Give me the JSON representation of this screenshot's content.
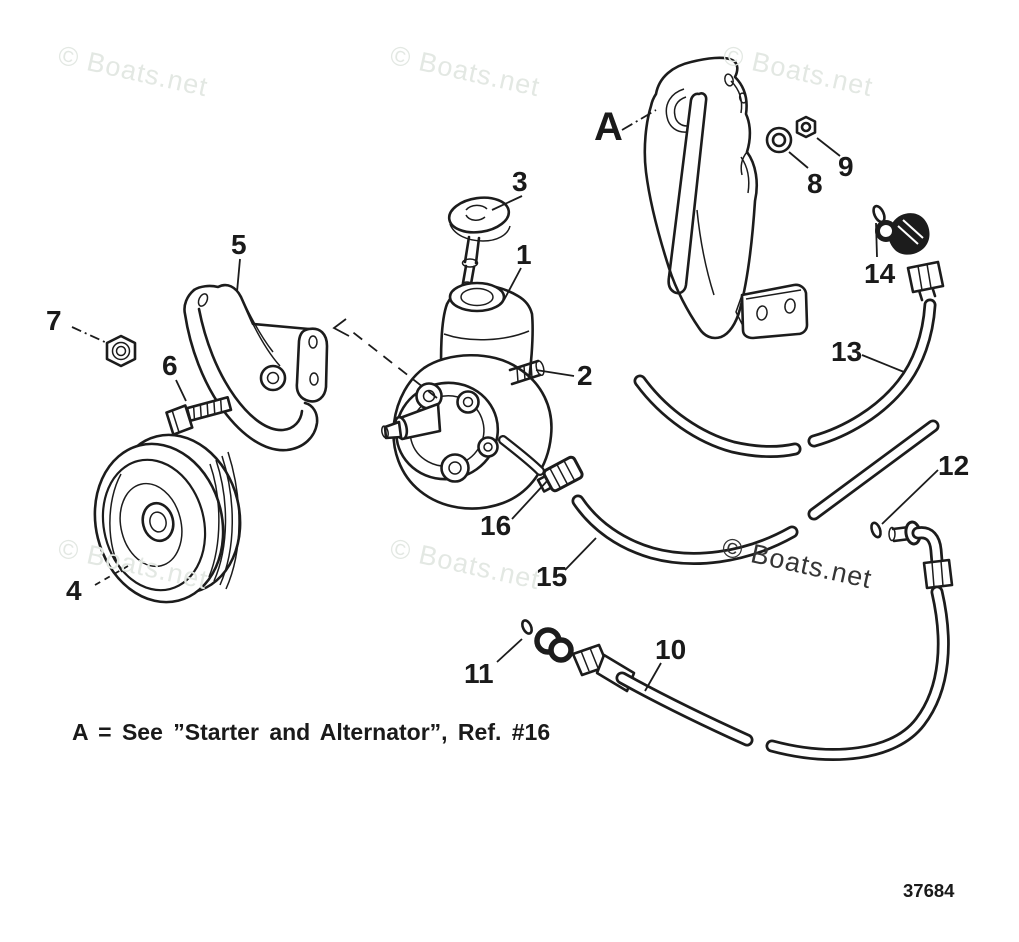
{
  "page": {
    "background": "#ffffff",
    "doc_number": "37684"
  },
  "watermark": {
    "text": "© Boats.net",
    "light_color": "#e3e8e3",
    "dark_color": "#353535"
  },
  "diagram": {
    "line_color": "#1c1c1c"
  },
  "caption": {
    "text": "A = See ”Starter and Alternator”, Ref. #16"
  },
  "callouts": {
    "a": "A",
    "n1": "1",
    "n2": "2",
    "n3": "3",
    "n4": "4",
    "n5": "5",
    "n6": "6",
    "n7": "7",
    "n8": "8",
    "n9": "9",
    "n10": "10",
    "n11": "11",
    "n12": "12",
    "n13": "13",
    "n14": "14",
    "n15": "15",
    "n16": "16"
  }
}
